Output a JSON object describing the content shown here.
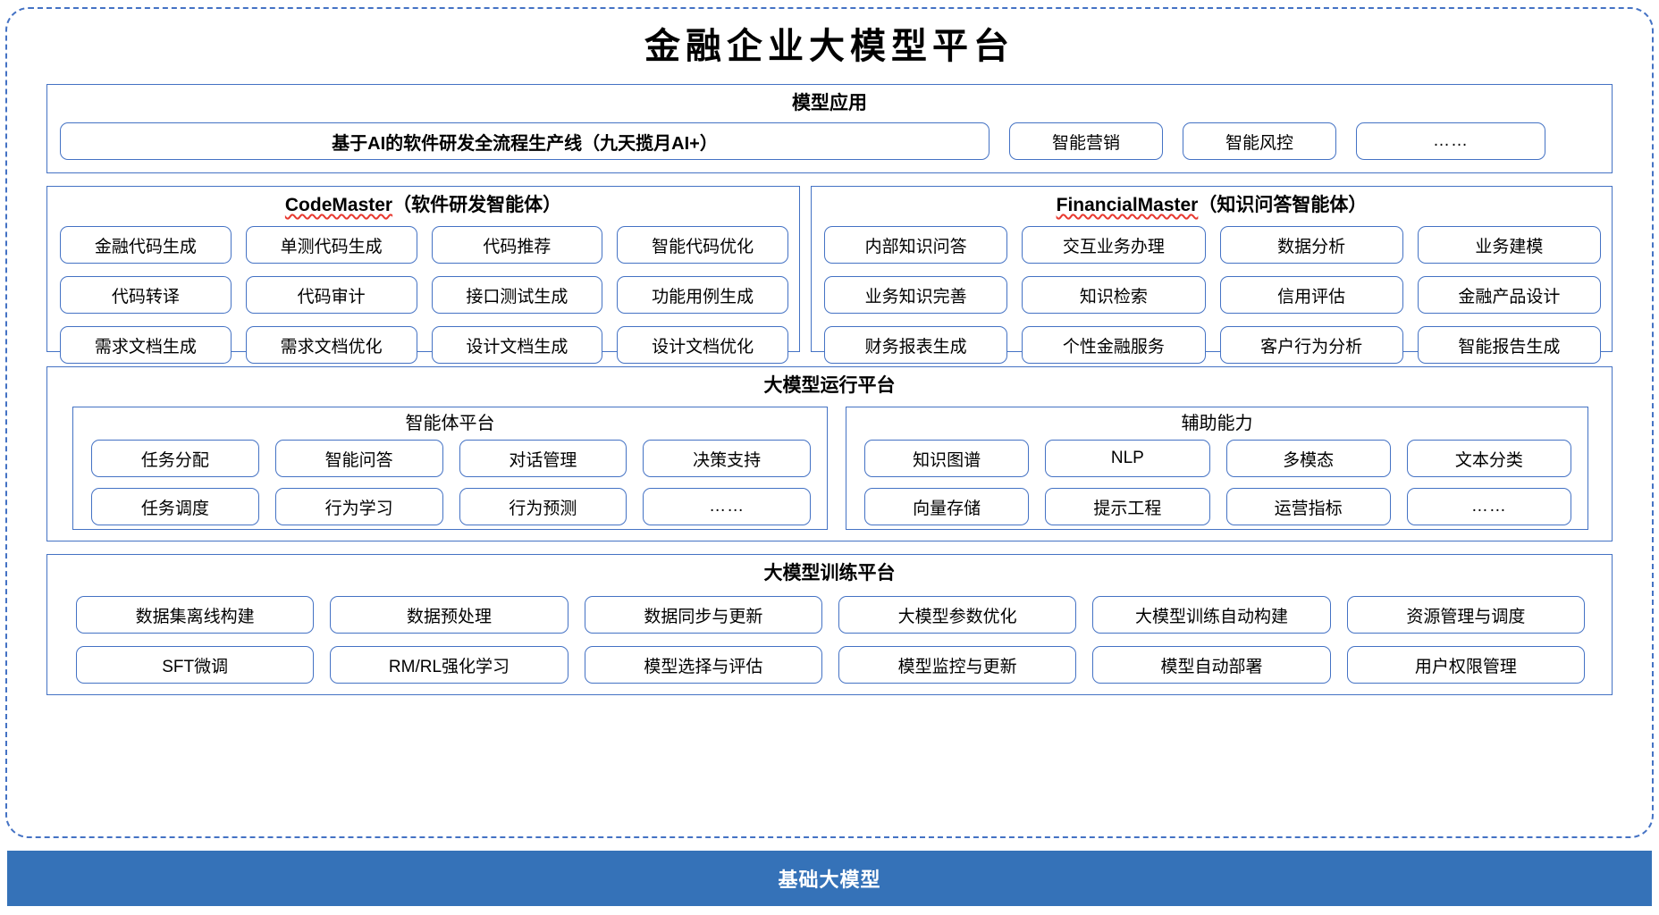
{
  "title": "金融企业大模型平台",
  "colors": {
    "accent_blue": "#4472c4",
    "base_bar_bg": "#3572b8",
    "spellcheck_red": "#e8392f"
  },
  "sections": {
    "model_application": {
      "title": "模型应用",
      "primary_chip": "基于AI的软件研发全流程生产线（九天揽月AI+）",
      "chips": [
        "智能营销",
        "智能风控",
        "……"
      ]
    },
    "code_master": {
      "title_en": "CodeMaster",
      "title_cn": "（软件研发智能体）",
      "chips": [
        "金融代码生成",
        "单测代码生成",
        "代码推荐",
        "智能代码优化",
        "代码转译",
        "代码审计",
        "接口测试生成",
        "功能用例生成",
        "需求文档生成",
        "需求文档优化",
        "设计文档生成",
        "设计文档优化"
      ]
    },
    "financial_master": {
      "title_en": "FinancialMaster",
      "title_cn": "（知识问答智能体）",
      "chips": [
        "内部知识问答",
        "交互业务办理",
        "数据分析",
        "业务建模",
        "业务知识完善",
        "知识检索",
        "信用评估",
        "金融产品设计",
        "财务报表生成",
        "个性金融服务",
        "客户行为分析",
        "智能报告生成"
      ]
    },
    "runtime_platform": {
      "title": "大模型运行平台",
      "agent_platform": {
        "title": "智能体平台",
        "chips": [
          "任务分配",
          "智能问答",
          "对话管理",
          "决策支持",
          "任务调度",
          "行为学习",
          "行为预测",
          "……"
        ]
      },
      "auxiliary": {
        "title": "辅助能力",
        "chips": [
          "知识图谱",
          "NLP",
          "多模态",
          "文本分类",
          "向量存储",
          "提示工程",
          "运营指标",
          "……"
        ]
      }
    },
    "training_platform": {
      "title": "大模型训练平台",
      "chips": [
        "数据集离线构建",
        "数据预处理",
        "数据同步与更新",
        "大模型参数优化",
        "大模型训练自动构建",
        "资源管理与调度",
        "SFT微调",
        "RM/RL强化学习",
        "模型选择与评估",
        "模型监控与更新",
        "模型自动部署",
        "用户权限管理"
      ]
    },
    "base_model": {
      "label": "基础大模型"
    }
  }
}
